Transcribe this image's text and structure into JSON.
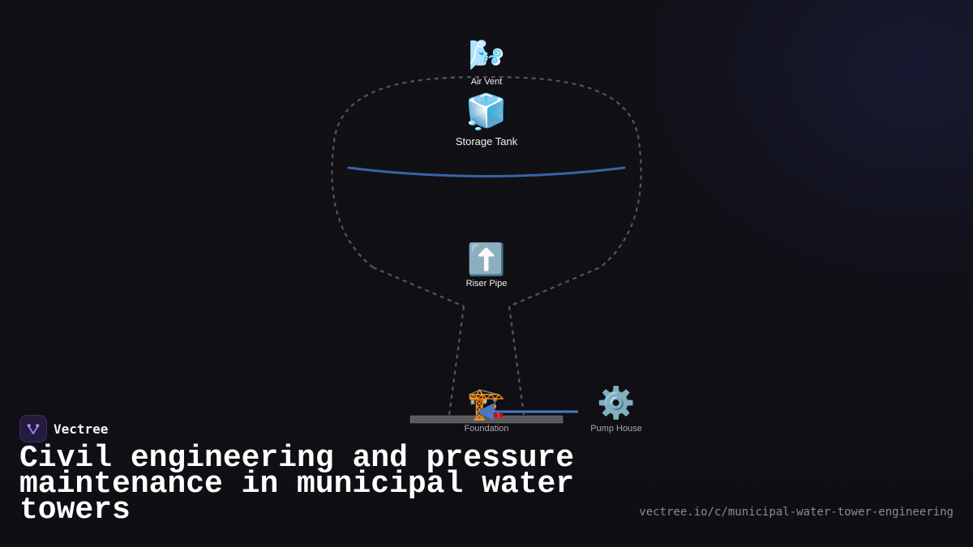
{
  "diagram": {
    "nodes": {
      "air_vent": {
        "icon": "🌬️",
        "label": "Air Vent"
      },
      "storage_tank": {
        "icon": "🧊",
        "label": "Storage Tank"
      },
      "riser_pipe": {
        "icon": "⬆️",
        "label": "Riser Pipe"
      },
      "foundation": {
        "icon": "🏗️",
        "label": "Foundation"
      },
      "pump_house": {
        "icon": "⚙️",
        "label": "Pump House"
      }
    },
    "colors": {
      "outline": "#55555c",
      "water_line": "#3a63a6",
      "pump_arrow": "#4a78c8",
      "ground": "#5b5b5f"
    }
  },
  "brand": {
    "name": "Vectree"
  },
  "headline": "Civil engineering and pressure maintenance in municipal water towers",
  "footer": {
    "url": "vectree.io/c/municipal-water-tower-engineering"
  }
}
